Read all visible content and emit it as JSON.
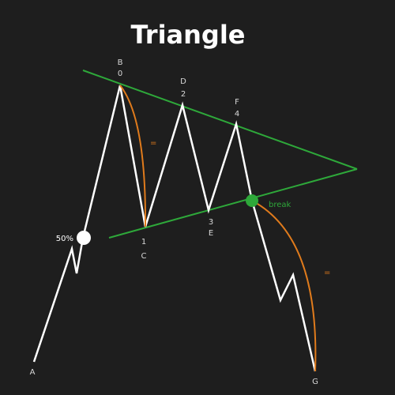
{
  "title": "Triangle",
  "colors": {
    "background": "#1e1e1e",
    "price_line": "#ffffff",
    "trendline": "#2ea83a",
    "measure_arc": "#e07b1c",
    "breakout_dot": "#2ea83a",
    "retracement_dot": "#ffffff"
  },
  "labels": {
    "a": "A",
    "b_letter": "B",
    "b_number": "0",
    "c_number": "1",
    "c_letter": "C",
    "d_letter": "D",
    "d_number": "2",
    "e_number": "3",
    "e_letter": "E",
    "f_letter": "F",
    "f_number": "4",
    "g": "G",
    "retracement": "50%",
    "breakout": "break",
    "equal_marker_1": "=",
    "equal_marker_2": "="
  }
}
